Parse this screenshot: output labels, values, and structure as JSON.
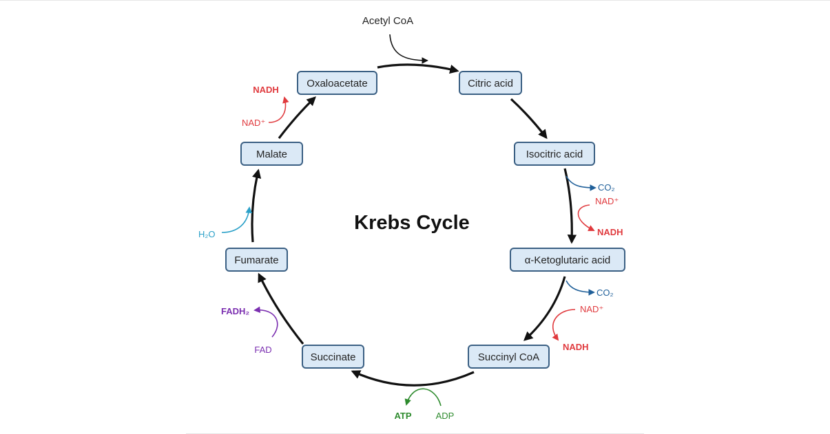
{
  "title": "Krebs Cycle",
  "input": "Acetyl CoA",
  "nodes": {
    "oxaloacetate": "Oxaloacetate",
    "citric": "Citric acid",
    "isocitric": "Isocitric acid",
    "ketoglutaric": "α-Ketoglutaric acid",
    "succinylcoa": "Succinyl CoA",
    "succinate": "Succinate",
    "fumarate": "Fumarate",
    "malate": "Malate"
  },
  "labels": {
    "co2_1": "CO₂",
    "nad_1": "NAD⁺",
    "nadh_1": "NADH",
    "co2_2": "CO₂",
    "nad_2": "NAD⁺",
    "nadh_2": "NADH",
    "atp": "ATP",
    "adp": "ADP",
    "fadh2": "FADH₂",
    "fad": "FAD",
    "h2o": "H₂O",
    "nad_3": "NAD⁺",
    "nadh_3": "NADH"
  },
  "colors": {
    "red": "#e03a3e",
    "blue": "#1f5f99",
    "cyan": "#2aa0c8",
    "green": "#2e8b2e",
    "purple": "#7b2fb0",
    "arrow": "#111111",
    "node_fill": "#dbe9f6",
    "node_border": "#3a5f83"
  }
}
